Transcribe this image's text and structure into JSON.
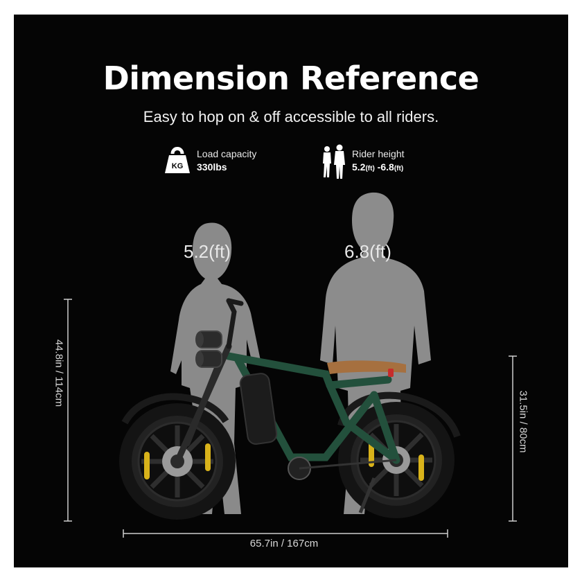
{
  "header": {
    "title": "Dimension Reference",
    "subtitle": "Easy to hop on & off accessible to all riders."
  },
  "specs": {
    "load": {
      "icon": "kettlebell-weight-icon",
      "icon_text": "KG",
      "label": "Load capacity",
      "value": "330lbs"
    },
    "rider": {
      "icon": "rider-silhouettes-icon",
      "label": "Rider height",
      "value_min": "5.2",
      "unit_min": "(ft)",
      "separator": " -",
      "value_max": "6.8",
      "unit_max": "(ft)"
    }
  },
  "figures": {
    "short_rider_height": "5.2(ft)",
    "tall_rider_height": "6.8(ft)"
  },
  "dimensions": {
    "overall_height": "44.8in / 114cm",
    "seat_height": "31.5in / 80cm",
    "length": "65.7in / 167cm"
  },
  "colors": {
    "background": "#050505",
    "silhouette": "#8c8c8c",
    "frame": "#1f4a37",
    "seat": "#a8703f",
    "tire": "#161616"
  }
}
